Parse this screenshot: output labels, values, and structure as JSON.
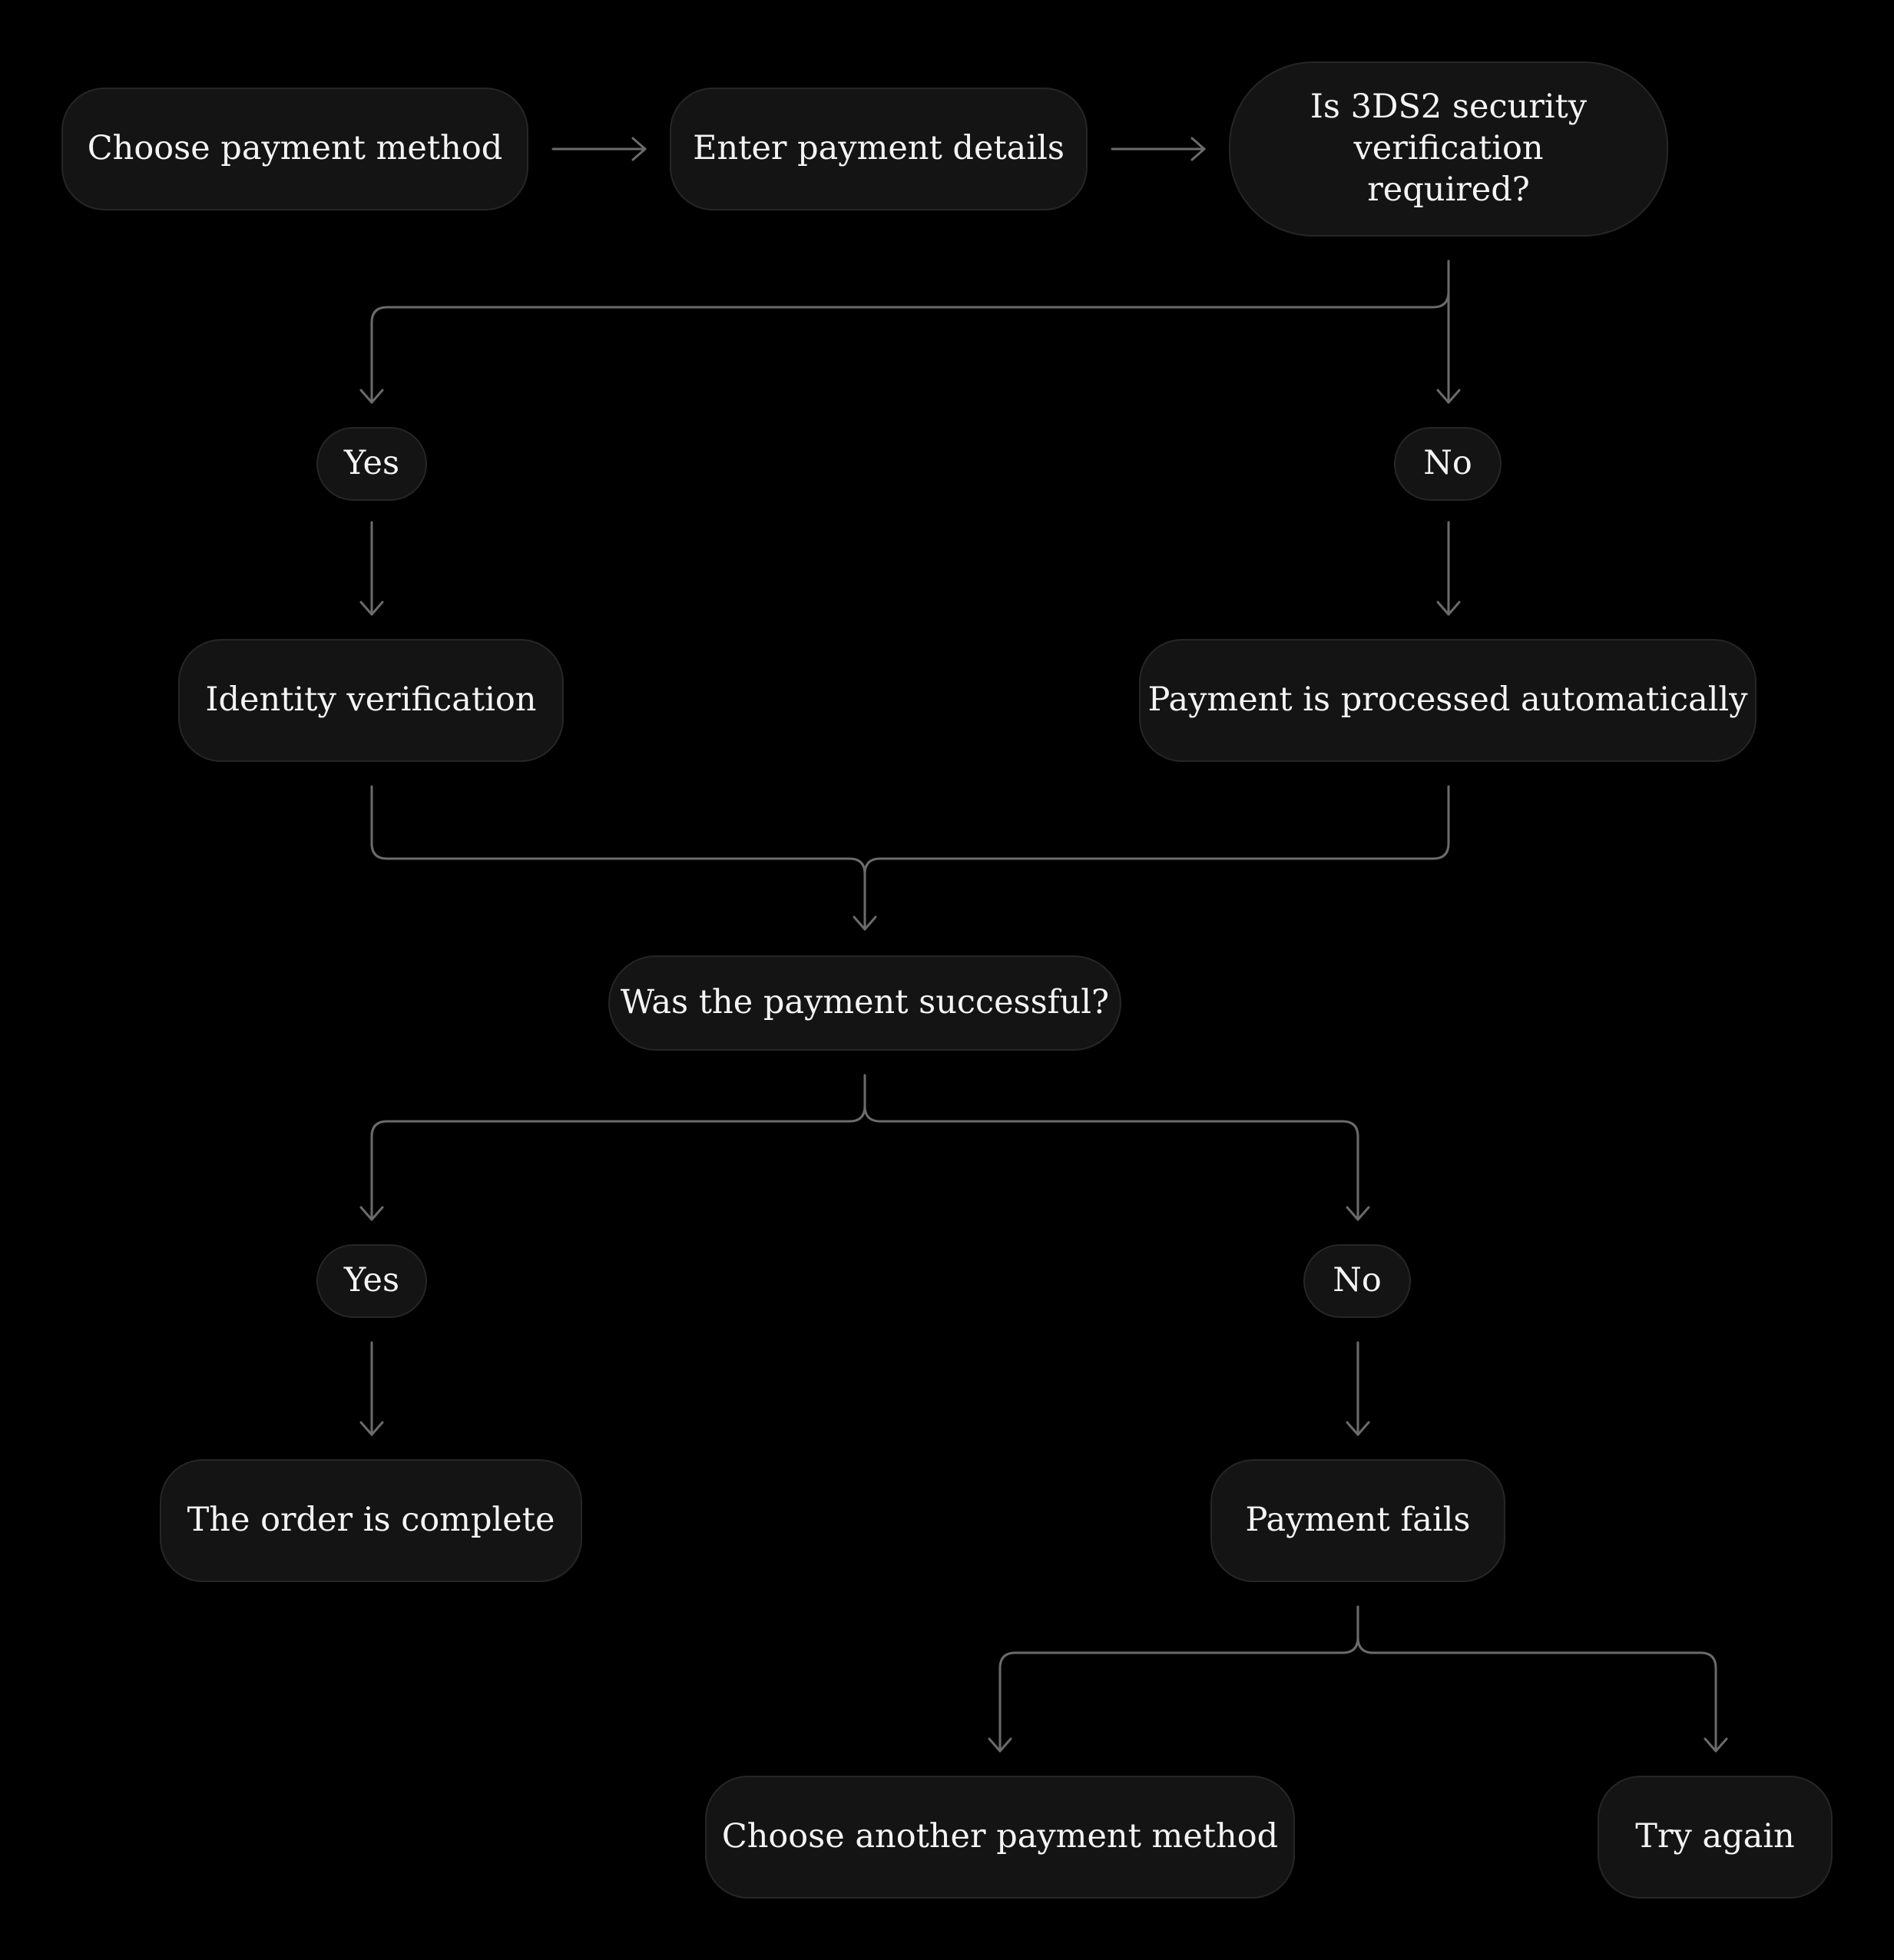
{
  "diagram": {
    "nodes": {
      "choose_payment": "Choose payment method",
      "enter_details": "Enter payment details",
      "security_question": "Is 3DS2 security verification required?",
      "yes_1": "Yes",
      "no_1": "No",
      "identity_verification": "Identity verification",
      "auto_processed": "Payment is processed automatically",
      "success_question": "Was the payment successful?",
      "yes_2": "Yes",
      "no_2": "No",
      "order_complete": "The order is complete",
      "payment_fails": "Payment fails",
      "choose_another": "Choose another payment method",
      "try_again": "Try again"
    },
    "colors": {
      "background": "#000000",
      "node_fill": "#141414",
      "node_border": "#262626",
      "text": "#f4f4f4",
      "connector": "#6b6b6b"
    }
  }
}
